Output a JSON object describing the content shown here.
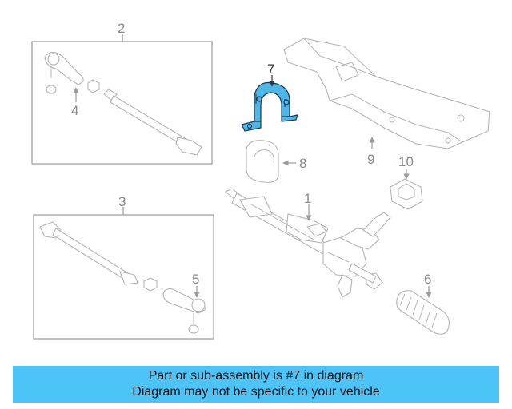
{
  "callouts": {
    "c1": "1",
    "c2": "2",
    "c3": "3",
    "c4": "4",
    "c5": "5",
    "c6": "6",
    "c7": "7",
    "c8": "8",
    "c9": "9",
    "c10": "10"
  },
  "highlight_color": "#4cc4f7",
  "banner": {
    "line1": "Part or sub-assembly is #7 in diagram",
    "line2": "Diagram may not be specific to your vehicle"
  }
}
